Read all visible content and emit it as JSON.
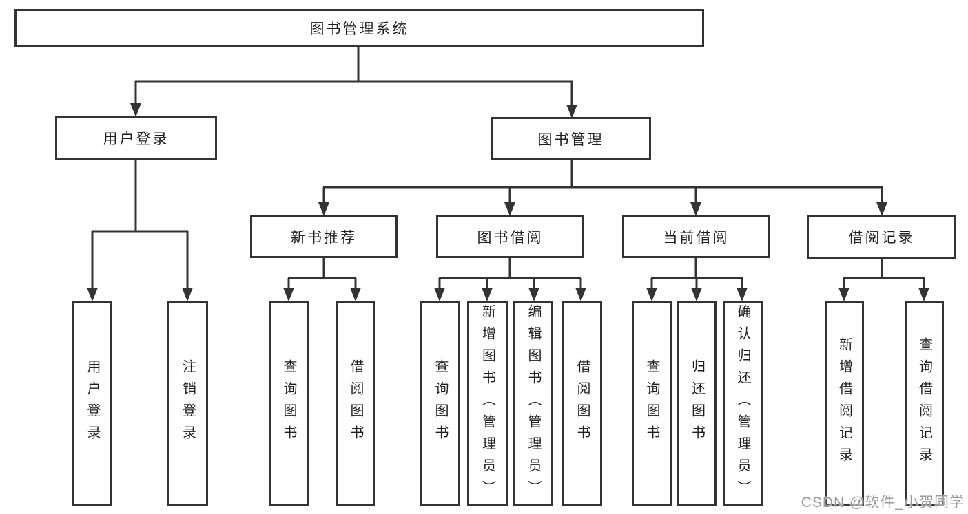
{
  "diagram_title": "图书管理系统",
  "tree": {
    "root": {
      "label": "图书管理系统",
      "children": [
        {
          "label": "用户登录",
          "children": [
            {
              "label": "用户登录"
            },
            {
              "label": "注销登录"
            }
          ]
        },
        {
          "label": "图书管理",
          "children": [
            {
              "label": "新书推荐",
              "children": [
                {
                  "label": "查询图书"
                },
                {
                  "label": "借阅图书"
                }
              ]
            },
            {
              "label": "图书借阅",
              "children": [
                {
                  "label": "查询图书"
                },
                {
                  "label": "新增图书（管理员）"
                },
                {
                  "label": "编辑图书（管理员）"
                },
                {
                  "label": "借阅图书"
                }
              ]
            },
            {
              "label": "当前借阅",
              "children": [
                {
                  "label": "查询图书"
                },
                {
                  "label": "归还图书"
                },
                {
                  "label": "确认归还（管理员）"
                }
              ]
            },
            {
              "label": "借阅记录",
              "children": [
                {
                  "label": "新增借阅记录"
                },
                {
                  "label": "查询借阅记录"
                }
              ]
            }
          ]
        }
      ]
    }
  },
  "watermark": {
    "text": "CSDN @软件_小贺同学"
  },
  "colors": {
    "line": "#333333",
    "text": "#1f1f1f",
    "bg": "#ffffff",
    "watermark": "#9b9b9b"
  }
}
